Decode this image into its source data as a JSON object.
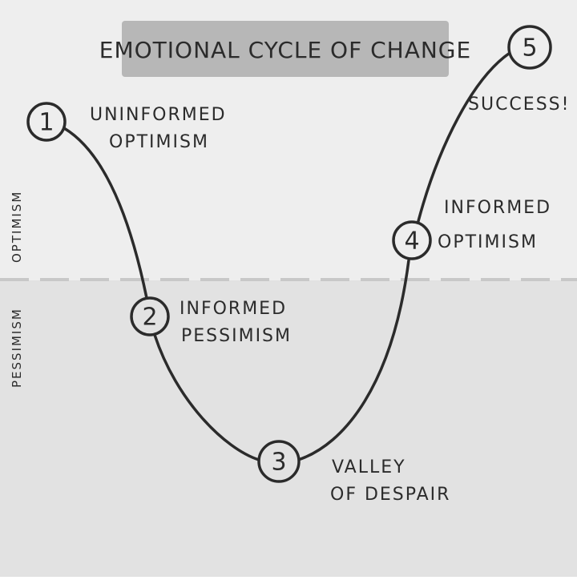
{
  "title": "EMOTIONAL CYCLE OF CHANGE",
  "zones": {
    "top": "OPTIMISM",
    "bottom": "PESSIMISM"
  },
  "stages": [
    {
      "number": "1",
      "line1": "UNINFORMED",
      "line2": "OPTIMISM"
    },
    {
      "number": "2",
      "line1": "INFORMED",
      "line2": "PESSIMISM"
    },
    {
      "number": "3",
      "line1": "VALLEY",
      "line2": "OF DESPAIR"
    },
    {
      "number": "4",
      "line1": "INFORMED",
      "line2": "OPTIMISM"
    },
    {
      "number": "5",
      "line1": "SUCCESS!",
      "line2": ""
    }
  ],
  "colors": {
    "background_top": "#eeeeee",
    "background_bottom": "#e2e2e2",
    "title_box": "#b7b7b7",
    "ink": "#2b2b2b",
    "divider": "#c8c8c8"
  }
}
